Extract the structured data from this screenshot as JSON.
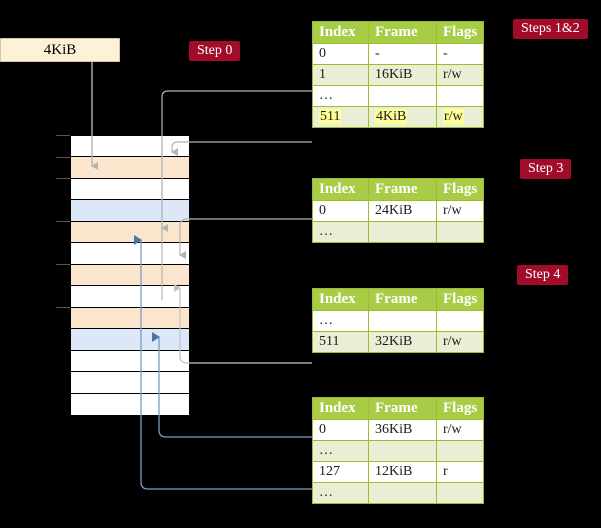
{
  "diagram": {
    "title_hidden": "",
    "source_box": {
      "label": "4KiB"
    },
    "step_labels": [
      {
        "id": "step0",
        "text": "Step 0"
      },
      {
        "id": "steps12",
        "text": "Steps 1&2"
      },
      {
        "id": "step3",
        "text": "Step 3"
      },
      {
        "id": "step4",
        "text": "Step 4"
      }
    ],
    "colors": {
      "header_green": "#a9cc46",
      "row_alt_green": "#e9eed5",
      "highlight_yellow": "#ffff99",
      "step_red": "#a10c2b",
      "source_cream": "#fdf2d8",
      "mem_orange": "#fce5cd",
      "mem_blue": "#dce8f7",
      "connector_gray": "#b3b3b3",
      "connector_blue": "#7b9cc8",
      "background": "#000000"
    },
    "memory_column": {
      "rows": [
        {
          "index": 0,
          "fill": "white"
        },
        {
          "index": 1,
          "fill": "orange"
        },
        {
          "index": 2,
          "fill": "white"
        },
        {
          "index": 3,
          "fill": "blue"
        },
        {
          "index": 4,
          "fill": "orange"
        },
        {
          "index": 5,
          "fill": "white"
        },
        {
          "index": 6,
          "fill": "orange"
        },
        {
          "index": 7,
          "fill": "white"
        },
        {
          "index": 8,
          "fill": "orange"
        },
        {
          "index": 9,
          "fill": "blue"
        },
        {
          "index": 10,
          "fill": "white"
        },
        {
          "index": 11,
          "fill": "white"
        },
        {
          "index": 12,
          "fill": "white"
        }
      ],
      "tick_rows": [
        0,
        1,
        2,
        4,
        6,
        8
      ]
    },
    "tables": [
      {
        "id": "table-steps-1-2",
        "headers": [
          "Index",
          "Frame",
          "Flags"
        ],
        "rows": [
          {
            "style": "plain",
            "cells": [
              "0",
              "-",
              "-"
            ],
            "highlight": false
          },
          {
            "style": "alt",
            "cells": [
              "1",
              "16KiB",
              "r/w"
            ],
            "highlight": false
          },
          {
            "style": "plain",
            "cells": [
              "…",
              "",
              ""
            ],
            "highlight": false
          },
          {
            "style": "alt",
            "cells": [
              "511",
              "4KiB",
              "r/w"
            ],
            "highlight": true
          }
        ]
      },
      {
        "id": "table-step-3",
        "headers": [
          "Index",
          "Frame",
          "Flags"
        ],
        "rows": [
          {
            "style": "plain",
            "cells": [
              "0",
              "24KiB",
              "r/w"
            ],
            "highlight": false
          },
          {
            "style": "alt",
            "cells": [
              "…",
              "",
              ""
            ],
            "highlight": false
          }
        ]
      },
      {
        "id": "table-step-4",
        "headers": [
          "Index",
          "Frame",
          "Flags"
        ],
        "rows": [
          {
            "style": "plain",
            "cells": [
              "…",
              "",
              ""
            ],
            "highlight": false
          },
          {
            "style": "alt",
            "cells": [
              "511",
              "32KiB",
              "r/w"
            ],
            "highlight": false
          }
        ]
      },
      {
        "id": "table-final",
        "headers": [
          "Index",
          "Frame",
          "Flags"
        ],
        "rows": [
          {
            "style": "plain",
            "cells": [
              "0",
              "36KiB",
              "r/w"
            ],
            "highlight": false
          },
          {
            "style": "alt",
            "cells": [
              "…",
              "",
              ""
            ],
            "highlight": false
          },
          {
            "style": "plain",
            "cells": [
              "127",
              "12KiB",
              "r"
            ],
            "highlight": false
          },
          {
            "style": "alt",
            "cells": [
              "…",
              "",
              ""
            ],
            "highlight": false
          }
        ]
      }
    ]
  }
}
